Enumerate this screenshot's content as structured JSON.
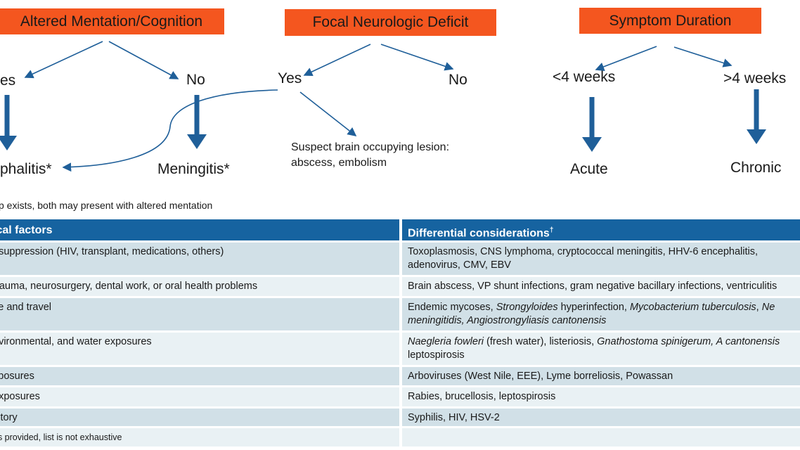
{
  "diagram": {
    "boxes": [
      "Altered Mentation/Cognition",
      "Focal Neurologic Deficit",
      "Symptom Duration"
    ],
    "am_yes": "es",
    "am_no": "No",
    "am_yes_result": "phalitis*",
    "am_no_result": "Meningitis*",
    "fnd_yes": "Yes",
    "fnd_no": "No",
    "fnd_yes_result_line1": "Suspect brain occupying lesion:",
    "fnd_yes_result_line2": "abscess, embolism",
    "sd_short": "<4 weeks",
    "sd_long": ">4 weeks",
    "sd_short_result": "Acute",
    "sd_long_result": "Chronic",
    "footnote": "p exists, both may present with altered mentation",
    "colors": {
      "box": "#f4561f",
      "arrow": "#1f5f99"
    }
  },
  "table": {
    "headers": [
      "ical factors",
      "Differential considerations"
    ],
    "header_sup": "†",
    "rows": [
      {
        "factor": "osuppression (HIV, transplant, medications, others)",
        "diff": [
          {
            "t": "Toxoplasmosis, CNS lymphoma, cryptococcal meningitis, HHV-6 encephalitis, adenovirus, CMV, EBV",
            "i": false
          }
        ]
      },
      {
        "factor": "trauma, neurosurgery, dental work, or oral health problems",
        "diff": [
          {
            "t": "Brain abscess, VP shunt infections, gram negative bacillary infections, ventriculitis",
            "i": false
          }
        ]
      },
      {
        "factor": "ce and travel",
        "diff": [
          {
            "t": "Endemic mycoses, ",
            "i": false
          },
          {
            "t": "Strongyloides",
            "i": true
          },
          {
            "t": " hyperinfection, ",
            "i": false
          },
          {
            "t": "Mycobacterium tuberculosis",
            "i": true
          },
          {
            "t": ", ",
            "i": false
          },
          {
            "t": "Ne",
            "i": true
          },
          {
            "t": " ",
            "i": false
          },
          {
            "t": "meningitidis, Angiostrongyliasis cantonensis",
            "i": true
          }
        ]
      },
      {
        "factor": "nvironmental, and water exposures",
        "diff": [
          {
            "t": "Naegleria fowleri",
            "i": true
          },
          {
            "t": " (fresh water), listeriosis, ",
            "i": false
          },
          {
            "t": "Gnathostoma spinigerum, A cantonensis",
            "i": true
          },
          {
            "t": " leptospirosis",
            "i": false
          }
        ]
      },
      {
        "factor": "xposures",
        "diff": [
          {
            "t": "Arboviruses (West Nile, EEE), Lyme borreliosis, Powassan",
            "i": false
          }
        ]
      },
      {
        "factor": "exposures",
        "diff": [
          {
            "t": "Rabies, brucellosis, leptospirosis",
            "i": false
          }
        ]
      },
      {
        "factor": "istory",
        "diff": [
          {
            "t": "Syphilis, HIV, HSV-2",
            "i": false
          }
        ]
      }
    ],
    "footnote": "es provided, list is not exhaustive",
    "colors": {
      "header": "#1663a0",
      "row_dark": "#d1e0e7",
      "row_light": "#e9f1f4"
    }
  }
}
